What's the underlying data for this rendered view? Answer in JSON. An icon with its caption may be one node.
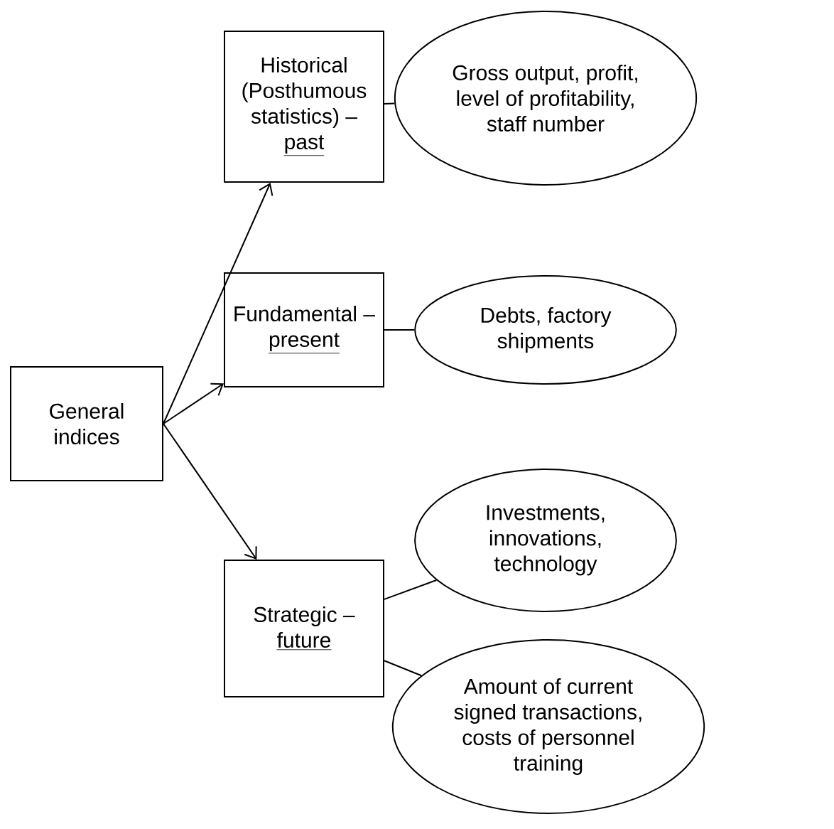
{
  "diagram": {
    "nodes": [
      {
        "text": [
          "General indices"
        ]
      },
      {
        "text": [
          "Historical (Posthumous statistics) –",
          "past"
        ]
      },
      {
        "text": [
          "Gross output, profit, level of profitability, staff number"
        ]
      },
      {
        "text": [
          "Fundamental –",
          "present"
        ]
      },
      {
        "text": [
          "Debts, factory shipments"
        ]
      },
      {
        "text": [
          "Strategic –",
          "future"
        ]
      },
      {
        "text": [
          "Investments, innovations, technology"
        ]
      },
      {
        "text": [
          "Amount of current signed transactions, costs of personnel training"
        ]
      }
    ],
    "edges": [
      {
        "from": 0,
        "to": 1,
        "arrow": "to"
      },
      {
        "from": 0,
        "to": 3,
        "arrow": "to"
      },
      {
        "from": 0,
        "to": 5,
        "arrow": "to"
      },
      {
        "from": 1,
        "to": 2,
        "arrow": "none"
      },
      {
        "from": 3,
        "to": 4,
        "arrow": "none"
      },
      {
        "from": 5,
        "to": 6,
        "arrow": "none"
      },
      {
        "from": 5,
        "to": 7,
        "arrow": "none"
      }
    ]
  }
}
